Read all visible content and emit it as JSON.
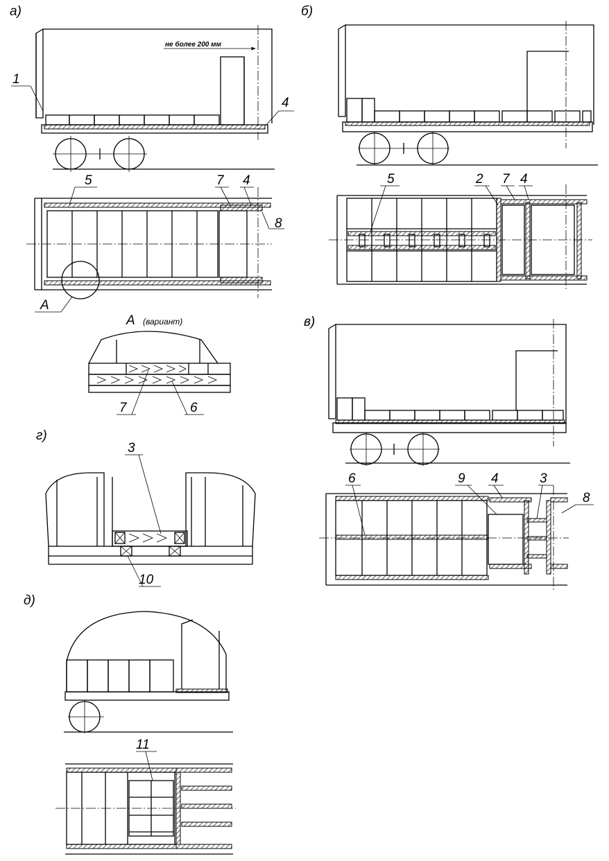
{
  "figure": {
    "panels": {
      "a": "а)",
      "b": "б)",
      "v": "в)",
      "g": "г)",
      "d": "д)"
    },
    "dimension_note": "не более 200 мм",
    "detail_callout": "А",
    "detail_title": "А",
    "detail_subtitle": "(вариант)",
    "callouts": {
      "a_side_1": "1",
      "a_side_4": "4",
      "a_plan_5": "5",
      "a_plan_7": "7",
      "a_plan_4": "4",
      "a_plan_8": "8",
      "detail_7": "7",
      "detail_6": "6",
      "b_plan_5": "5",
      "b_plan_2": "2",
      "b_plan_7": "7",
      "b_plan_4": "4",
      "v_plan_6": "6",
      "v_plan_9": "9",
      "v_plan_4": "4",
      "v_plan_3": "3",
      "v_plan_8": "8",
      "g_3": "3",
      "g_10": "10",
      "d_11": "11"
    }
  }
}
